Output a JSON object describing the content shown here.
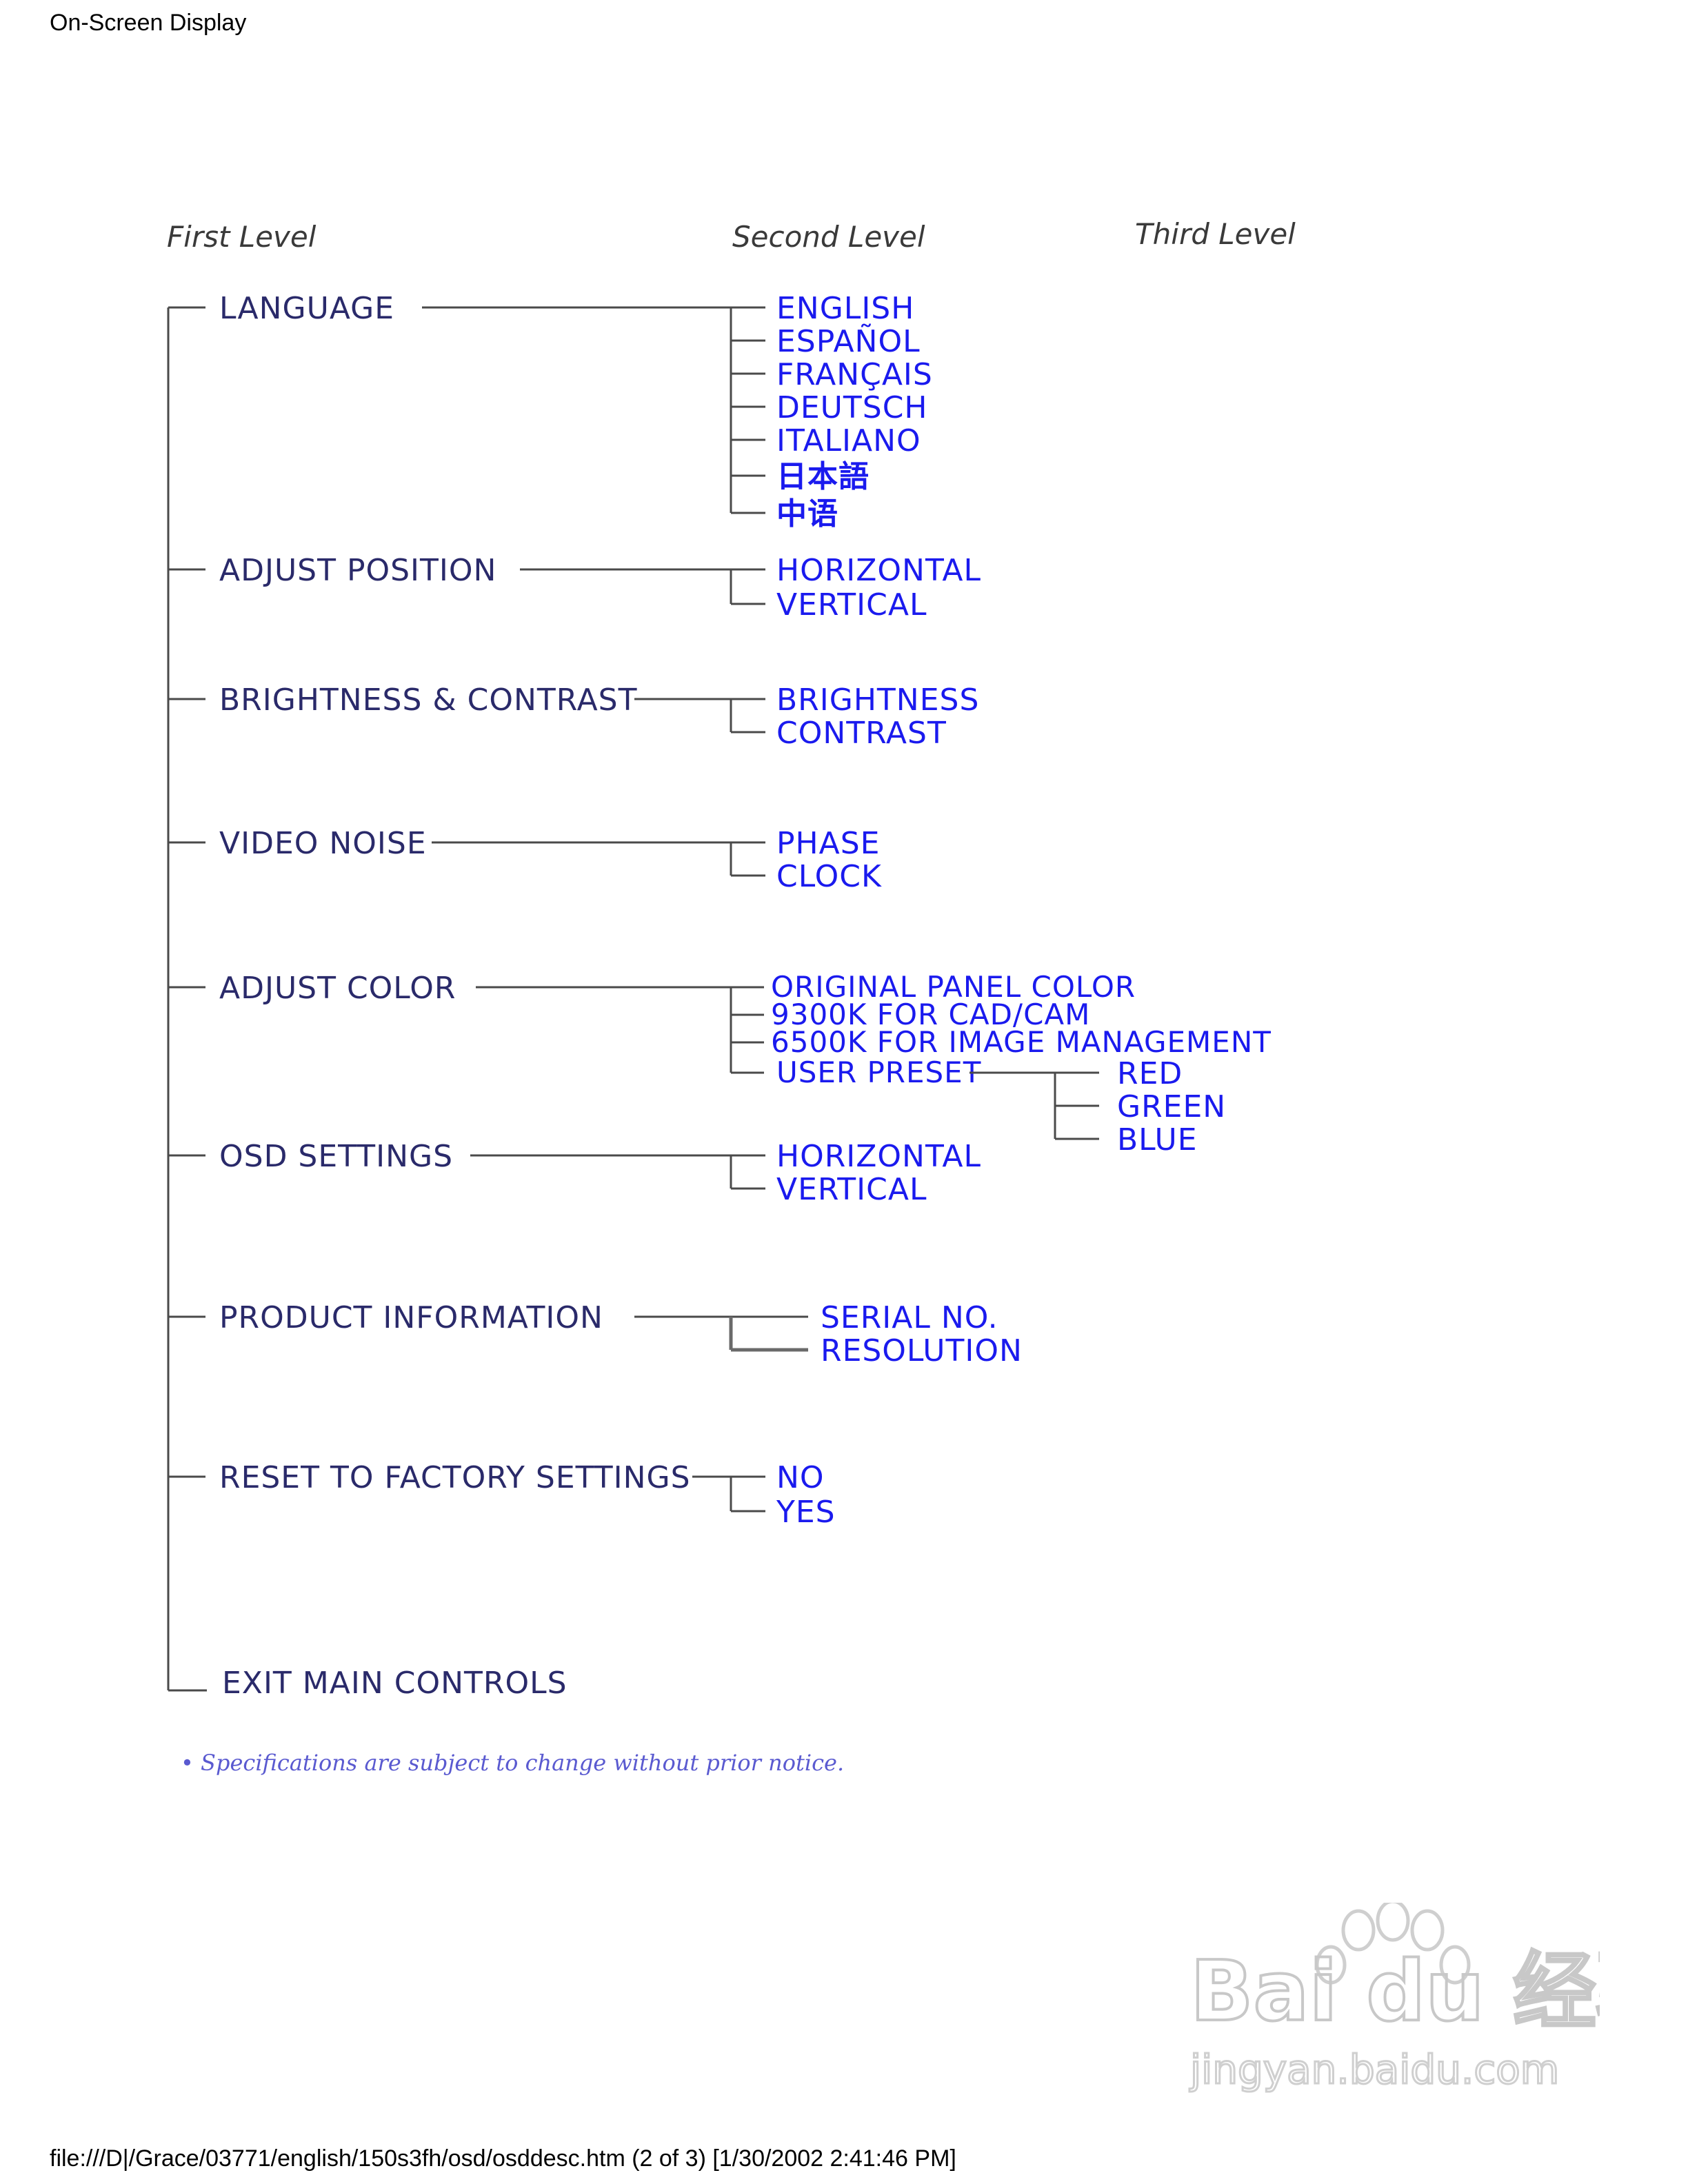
{
  "page": {
    "header": "On-Screen Display",
    "footer": "file:///D|/Grace/03771/english/150s3fh/osd/osddesc.htm (2 of 3) [1/30/2002 2:41:46 PM]"
  },
  "diagram": {
    "column_headers": [
      "First Level",
      "Second Level",
      "Third Level"
    ],
    "menu": [
      {
        "label": "LANGUAGE",
        "children": [
          {
            "label": "ENGLISH"
          },
          {
            "label": "ESPAÑOL"
          },
          {
            "label": "FRANÇAIS"
          },
          {
            "label": "DEUTSCH"
          },
          {
            "label": "ITALIANO"
          },
          {
            "label": "日本語"
          },
          {
            "label": "中语"
          }
        ]
      },
      {
        "label": "ADJUST POSITION",
        "children": [
          {
            "label": "HORIZONTAL"
          },
          {
            "label": "VERTICAL"
          }
        ]
      },
      {
        "label": "BRIGHTNESS & CONTRAST",
        "children": [
          {
            "label": "BRIGHTNESS"
          },
          {
            "label": "CONTRAST"
          }
        ]
      },
      {
        "label": "VIDEO NOISE",
        "children": [
          {
            "label": "PHASE"
          },
          {
            "label": "CLOCK"
          }
        ]
      },
      {
        "label": "ADJUST COLOR",
        "children": [
          {
            "label": "ORIGINAL PANEL COLOR"
          },
          {
            "label": "9300K FOR CAD/CAM"
          },
          {
            "label": "6500K FOR IMAGE MANAGEMENT"
          },
          {
            "label": "USER PRESET",
            "children": [
              {
                "label": "RED"
              },
              {
                "label": "GREEN"
              },
              {
                "label": "BLUE"
              }
            ]
          }
        ]
      },
      {
        "label": "OSD SETTINGS",
        "children": [
          {
            "label": "HORIZONTAL"
          },
          {
            "label": "VERTICAL"
          }
        ]
      },
      {
        "label": "PRODUCT INFORMATION",
        "children": [
          {
            "label": "SERIAL NO."
          },
          {
            "label": "RESOLUTION"
          }
        ]
      },
      {
        "label": "RESET TO FACTORY SETTINGS",
        "children": [
          {
            "label": "NO"
          },
          {
            "label": "YES"
          }
        ]
      },
      {
        "label": "EXIT MAIN CONTROLS",
        "children": []
      }
    ],
    "note": "• Specifications are subject to change without prior notice."
  },
  "watermark": {
    "brand": "Bai du 经验",
    "url": "jingyan.baidu.com"
  }
}
